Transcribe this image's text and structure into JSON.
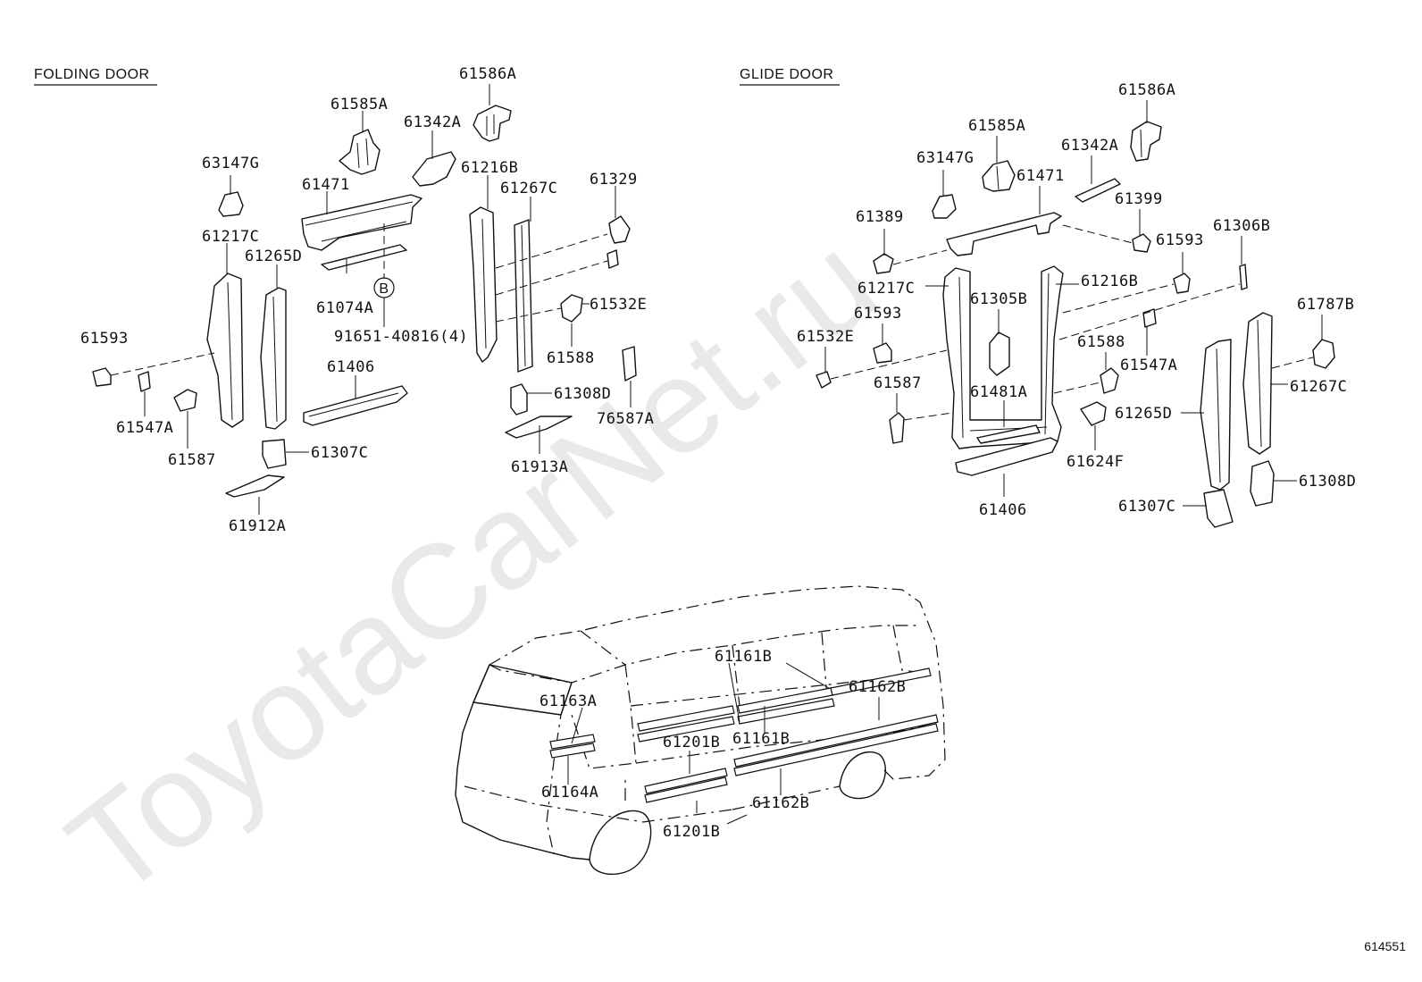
{
  "watermark": "ToyotaCarNet.ru",
  "figure_number": "614551",
  "folding_door": {
    "heading": "FOLDING DOOR",
    "callout_B": "B",
    "labels": {
      "p61586A": "61586A",
      "p61585A": "61585A",
      "p61342A": "61342A",
      "p63147G": "63147G",
      "p61471": "61471",
      "p61216B": "61216B",
      "p61267C": "61267C",
      "p61329": "61329",
      "p61217C": "61217C",
      "p61265D": "61265D",
      "p61074A": "61074A",
      "p61532E": "61532E",
      "p91651": "91651-40816(4)",
      "p61593": "61593",
      "p61588": "61588",
      "p61406": "61406",
      "p76587A": "76587A",
      "p61308D": "61308D",
      "p61547A": "61547A",
      "p61587": "61587",
      "p61307C": "61307C",
      "p61913A": "61913A",
      "p61912A": "61912A"
    }
  },
  "glide_door": {
    "heading": "GLIDE DOOR",
    "labels": {
      "p61586A": "61586A",
      "p61585A": "61585A",
      "p61342A": "61342A",
      "p63147G": "63147G",
      "p61471": "61471",
      "p61399": "61399",
      "p61389": "61389",
      "p61306B": "61306B",
      "p61593a": "61593",
      "p61217C": "61217C",
      "p61216B": "61216B",
      "p61305B": "61305B",
      "p61593b": "61593",
      "p61787B": "61787B",
      "p61532E": "61532E",
      "p61588": "61588",
      "p61547A": "61547A",
      "p61587": "61587",
      "p61481A": "61481A",
      "p61267C": "61267C",
      "p61265D": "61265D",
      "p61624F": "61624F",
      "p61308D": "61308D",
      "p61406": "61406",
      "p61307C": "61307C"
    }
  },
  "body_view": {
    "labels": {
      "p61161B_top": "61161B",
      "p61162B_top": "61162B",
      "p61163A": "61163A",
      "p61201B_top": "61201B",
      "p61161B_mid": "61161B",
      "p61164A": "61164A",
      "p61162B_bot": "61162B",
      "p61201B_bot": "61201B"
    }
  }
}
